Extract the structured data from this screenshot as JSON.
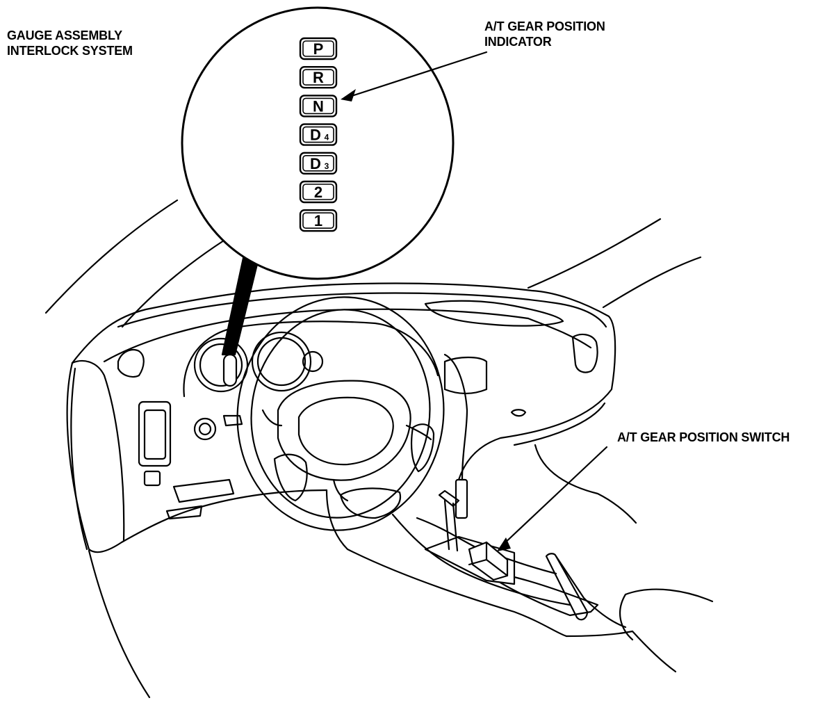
{
  "labels": {
    "gauge_assembly": [
      "GAUGE ASSEMBLY",
      "INTERLOCK SYSTEM"
    ],
    "gear_position_indicator": [
      "A/T GEAR POSITION",
      "INDICATOR"
    ],
    "gear_position_switch": "A/T GEAR POSITION SWITCH"
  },
  "gears": [
    {
      "main": "P",
      "sub": ""
    },
    {
      "main": "R",
      "sub": ""
    },
    {
      "main": "N",
      "sub": ""
    },
    {
      "main": "D",
      "sub": "4"
    },
    {
      "main": "D",
      "sub": "3"
    },
    {
      "main": "2",
      "sub": ""
    },
    {
      "main": "1",
      "sub": ""
    }
  ],
  "colors": {
    "ink": "#000000",
    "paper": "#ffffff"
  }
}
